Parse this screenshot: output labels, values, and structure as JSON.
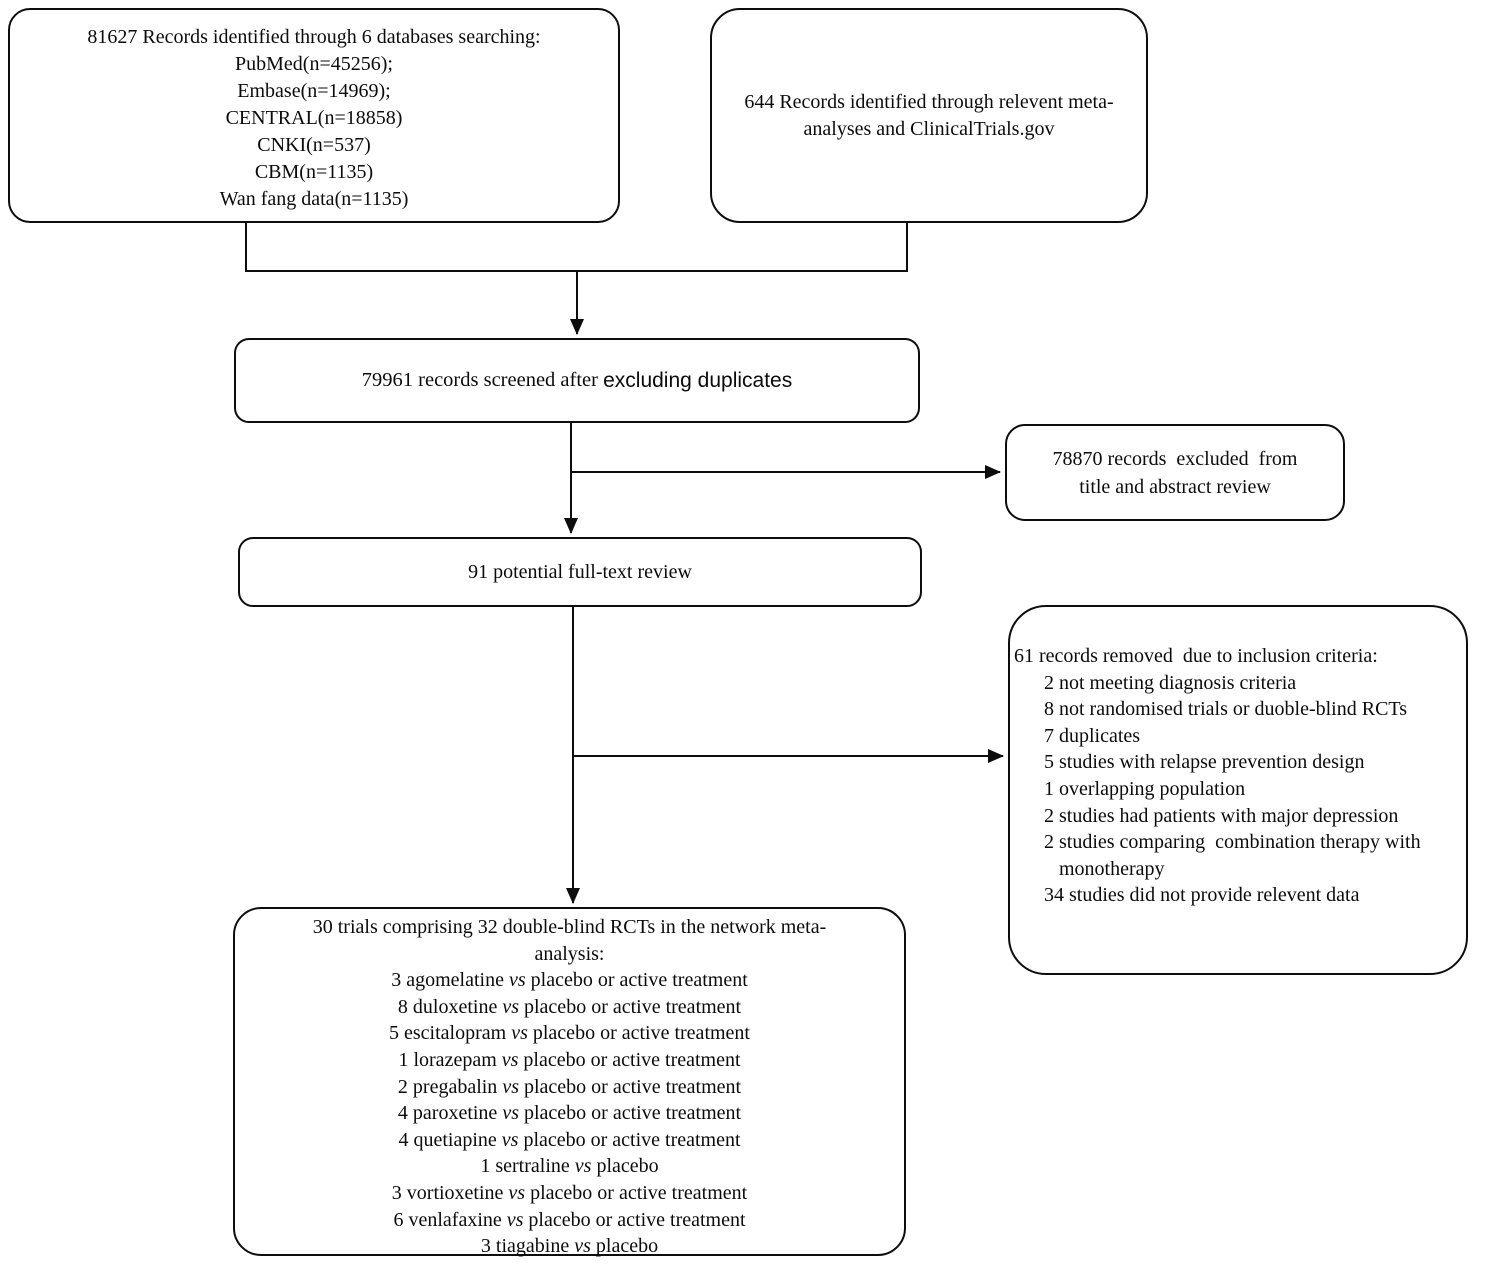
{
  "diagram": {
    "identification_databases": {
      "title": "81627 Records identified through 6 databases searching:",
      "sources": [
        "PubMed(n=45256);",
        "Embase(n=14969);",
        "CENTRAL(n=18858)",
        "CNKI(n=537)",
        "CBM(n=1135)",
        "Wan fang data(n=1135)"
      ]
    },
    "identification_other": {
      "text": "644 Records identified through relevent meta-analyses and ClinicalTrials.gov"
    },
    "screened": {
      "text_serif": "79961 records screened after ",
      "text_sans": "excluding duplicates"
    },
    "excluded_title_abstract": {
      "line1": "78870 records  excluded  from",
      "line2": "title and abstract review"
    },
    "fulltext": {
      "text": "91 potential full-text review"
    },
    "removed_inclusion_criteria": {
      "title": "61 records removed  due to inclusion criteria:",
      "reasons": [
        "2 not meeting diagnosis criteria",
        "8 not randomised trials or duoble-blind RCTs",
        "7 duplicates",
        "5 studies with relapse prevention design",
        "1 overlapping population",
        "2 studies had patients with major depression",
        "2 studies comparing  combination therapy with monotherapy",
        "34 studies did not provide relevent data"
      ]
    },
    "included": {
      "title_line1": "30 trials comprising 32 double-blind RCTs in the network meta-",
      "title_line2": "analysis:",
      "trials": [
        {
          "pre": "3 agomelatine",
          "vs": "vs",
          "post": "placebo or active treatment"
        },
        {
          "pre": "8 duloxetine",
          "vs": "vs",
          "post": "placebo or active treatment"
        },
        {
          "pre": "5 escitalopram",
          "vs": "vs",
          "post": "placebo or active treatment"
        },
        {
          "pre": "1 lorazepam",
          "vs": "vs",
          "post": "placebo or active treatment"
        },
        {
          "pre": "2 pregabalin",
          "vs": "vs",
          "post": "placebo or active treatment"
        },
        {
          "pre": "4 paroxetine",
          "vs": "vs",
          "post": "placebo or active treatment"
        },
        {
          "pre": "4 quetiapine",
          "vs": "vs",
          "post": "placebo or active treatment"
        },
        {
          "pre": "1 sertraline",
          "vs": "vs",
          "post": "placebo"
        },
        {
          "pre": "3 vortioxetine",
          "vs": "vs",
          "post": "placebo or active treatment"
        },
        {
          "pre": "6 venlafaxine",
          "vs": "vs",
          "post": "placebo or active treatment"
        },
        {
          "pre": "3 tiagabine",
          "vs": "vs",
          "post": "placebo"
        }
      ]
    },
    "connector_color": "#0d0d0d"
  }
}
